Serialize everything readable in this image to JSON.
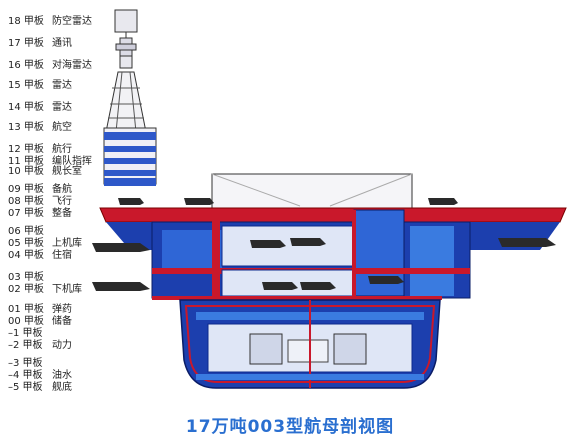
{
  "decks": [
    {
      "num": "18 甲板",
      "func": "防空雷达"
    },
    {
      "num": "17 甲板",
      "func": "通讯"
    },
    {
      "num": "16 甲板",
      "func": "对海雷达"
    },
    {
      "num": "15 甲板",
      "func": "雷达"
    },
    {
      "num": "14 甲板",
      "func": "雷达"
    },
    {
      "num": "13 甲板",
      "func": "航空"
    },
    {
      "num": "12 甲板",
      "func": "航行"
    },
    {
      "num": "11 甲板",
      "func": "编队指挥"
    },
    {
      "num": "10 甲板",
      "func": "舰长室"
    },
    {
      "num": "09 甲板",
      "func": "备航"
    },
    {
      "num": "08 甲板",
      "func": "飞行"
    },
    {
      "num": "07 甲板",
      "func": "整备"
    },
    {
      "num": "06 甲板",
      "func": ""
    },
    {
      "num": "05 甲板",
      "func": "上机库"
    },
    {
      "num": "04 甲板",
      "func": "住宿"
    },
    {
      "num": "03 甲板",
      "func": ""
    },
    {
      "num": "02 甲板",
      "func": "下机库"
    },
    {
      "num": "01 甲板",
      "func": "弹药"
    },
    {
      "num": "00 甲板",
      "func": "储备"
    },
    {
      "num": "–1 甲板",
      "func": ""
    },
    {
      "num": "–2 甲板",
      "func": "动力"
    },
    {
      "num": "–3 甲板",
      "func": ""
    },
    {
      "num": "–4 甲板",
      "func": "油水"
    },
    {
      "num": "–5 甲板",
      "func": "舰底"
    }
  ],
  "caption": "17万吨003型航母剖视图",
  "colors": {
    "hull_blue": "#1c3fae",
    "deep_blue": "#0d2a8c",
    "light_blue": "#3a7be0",
    "red": "#d21a1a",
    "island_white": "#f2f2f5",
    "caption": "#2a6fd0"
  }
}
